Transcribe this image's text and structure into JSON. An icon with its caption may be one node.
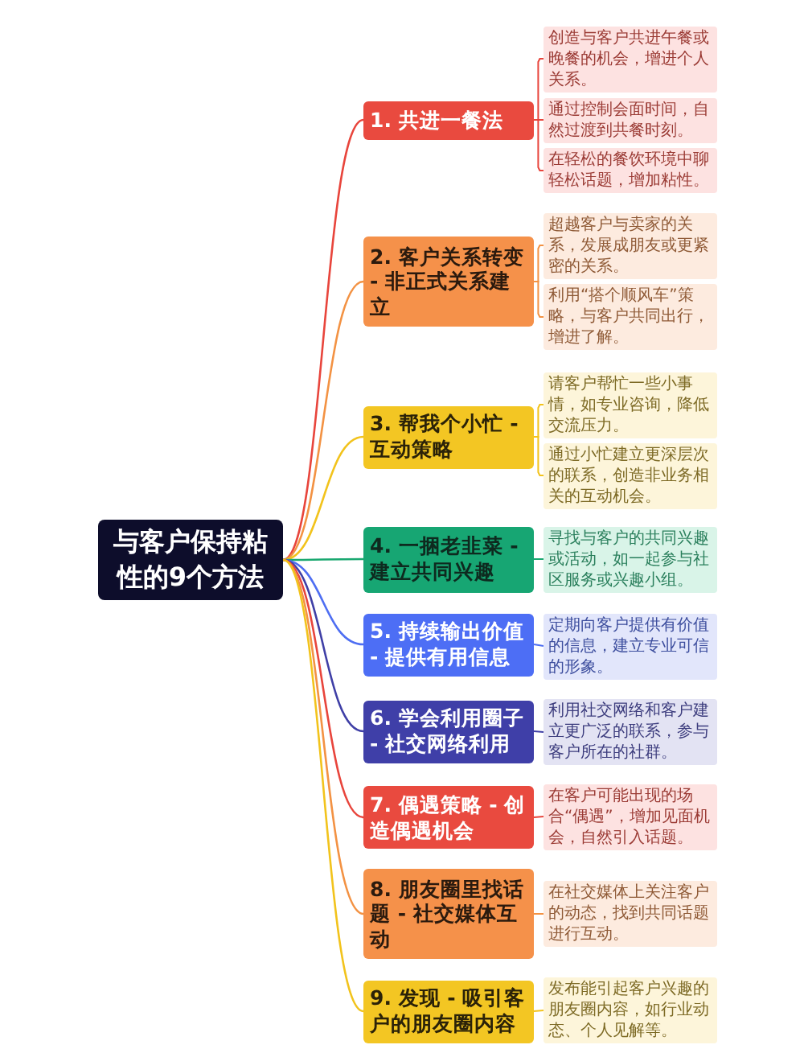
{
  "diagram": {
    "nodes": [
      {
        "text": [
          "与客户保持粘性的9个方法"
        ]
      },
      {
        "text": [
          "1. 共进一餐法"
        ]
      },
      {
        "text": [
          "创造与客户共进午餐或晚餐的机会，增进个人关系。"
        ]
      },
      {
        "text": [
          "通过控制会面时间，自然过渡到共餐时刻。"
        ]
      },
      {
        "text": [
          "在轻松的餐饮环境中聊轻松话题，增加粘性。"
        ]
      },
      {
        "text": [
          "2. 客户关系转变 - 非正式关系建立"
        ]
      },
      {
        "text": [
          "超越客户与卖家的关系，发展成朋友或更紧密的关系。"
        ]
      },
      {
        "text": [
          "利用“搭个顺风车”策略，与客户共同出行，增进了解。"
        ]
      },
      {
        "text": [
          "3. 帮我个小忙 - 互动策略"
        ]
      },
      {
        "text": [
          "请客户帮忙一些小事情，如专业咨询，降低交流压力。"
        ]
      },
      {
        "text": [
          "通过小忙建立更深层次的联系，创造非业务相关的互动机会。"
        ]
      },
      {
        "text": [
          "4. 一捆老韭菜 - 建立共同兴趣"
        ]
      },
      {
        "text": [
          "寻找与客户的共同兴趣或活动，如一起参与社区服务或兴趣小组。"
        ]
      },
      {
        "text": [
          "5. 持续输出价值 - 提供有用信息"
        ]
      },
      {
        "text": [
          "定期向客户提供有价值的信息，建立专业可信的形象。"
        ]
      },
      {
        "text": [
          "6. 学会利用圈子 - 社交网络利用"
        ]
      },
      {
        "text": [
          "利用社交网络和客户建立更广泛的联系，参与客户所在的社群。"
        ]
      },
      {
        "text": [
          "7. 偶遇策略 - 创造偶遇机会"
        ]
      },
      {
        "text": [
          "在客户可能出现的场合“偶遇”，增加见面机会，自然引入话题。"
        ]
      },
      {
        "text": [
          "8. 朋友圈里找话题 - 社交媒体互动"
        ]
      },
      {
        "text": [
          "在社交媒体上关注客户的动态，找到共同话题进行互动。"
        ]
      },
      {
        "text": [
          "9. 发现 - 吸引客户的朋友圈内容"
        ]
      },
      {
        "text": [
          "发布能引起客户兴趣的朋友圈内容，如行业动态、个人见解等。"
        ]
      }
    ],
    "edges": [
      {
        "from": 0,
        "to": 1,
        "arrow": "none",
        "color": "#e8453c"
      },
      {
        "from": 0,
        "to": 5,
        "arrow": "none",
        "color": "#f39243"
      },
      {
        "from": 0,
        "to": 8,
        "arrow": "none",
        "color": "#f2c31c"
      },
      {
        "from": 0,
        "to": 11,
        "arrow": "none",
        "color": "#1aa870"
      },
      {
        "from": 0,
        "to": 13,
        "arrow": "none",
        "color": "#4e6ef2"
      },
      {
        "from": 0,
        "to": 15,
        "arrow": "none",
        "color": "#3f3fa6"
      },
      {
        "from": 0,
        "to": 17,
        "arrow": "none",
        "color": "#e8453c"
      },
      {
        "from": 0,
        "to": 19,
        "arrow": "none",
        "color": "#f39243"
      },
      {
        "from": 0,
        "to": 21,
        "arrow": "none",
        "color": "#f2c31c"
      },
      {
        "from": 1,
        "to": 2,
        "arrow": "none",
        "color": "#e8453c"
      },
      {
        "from": 1,
        "to": 3,
        "arrow": "none",
        "color": "#e8453c"
      },
      {
        "from": 1,
        "to": 4,
        "arrow": "none",
        "color": "#e8453c"
      },
      {
        "from": 5,
        "to": 6,
        "arrow": "none",
        "color": "#f39243"
      },
      {
        "from": 5,
        "to": 7,
        "arrow": "none",
        "color": "#f39243"
      },
      {
        "from": 8,
        "to": 9,
        "arrow": "none",
        "color": "#f2c31c"
      },
      {
        "from": 8,
        "to": 10,
        "arrow": "none",
        "color": "#f2c31c"
      },
      {
        "from": 11,
        "to": 12,
        "arrow": "none",
        "color": "#1aa870"
      },
      {
        "from": 13,
        "to": 14,
        "arrow": "none",
        "color": "#4e6ef2"
      },
      {
        "from": 15,
        "to": 16,
        "arrow": "none",
        "color": "#3f3fa6"
      },
      {
        "from": 17,
        "to": 18,
        "arrow": "none",
        "color": "#e8453c"
      },
      {
        "from": 19,
        "to": 20,
        "arrow": "none",
        "color": "#f39243"
      },
      {
        "from": 21,
        "to": 22,
        "arrow": "none",
        "color": "#f2c31c"
      }
    ]
  }
}
